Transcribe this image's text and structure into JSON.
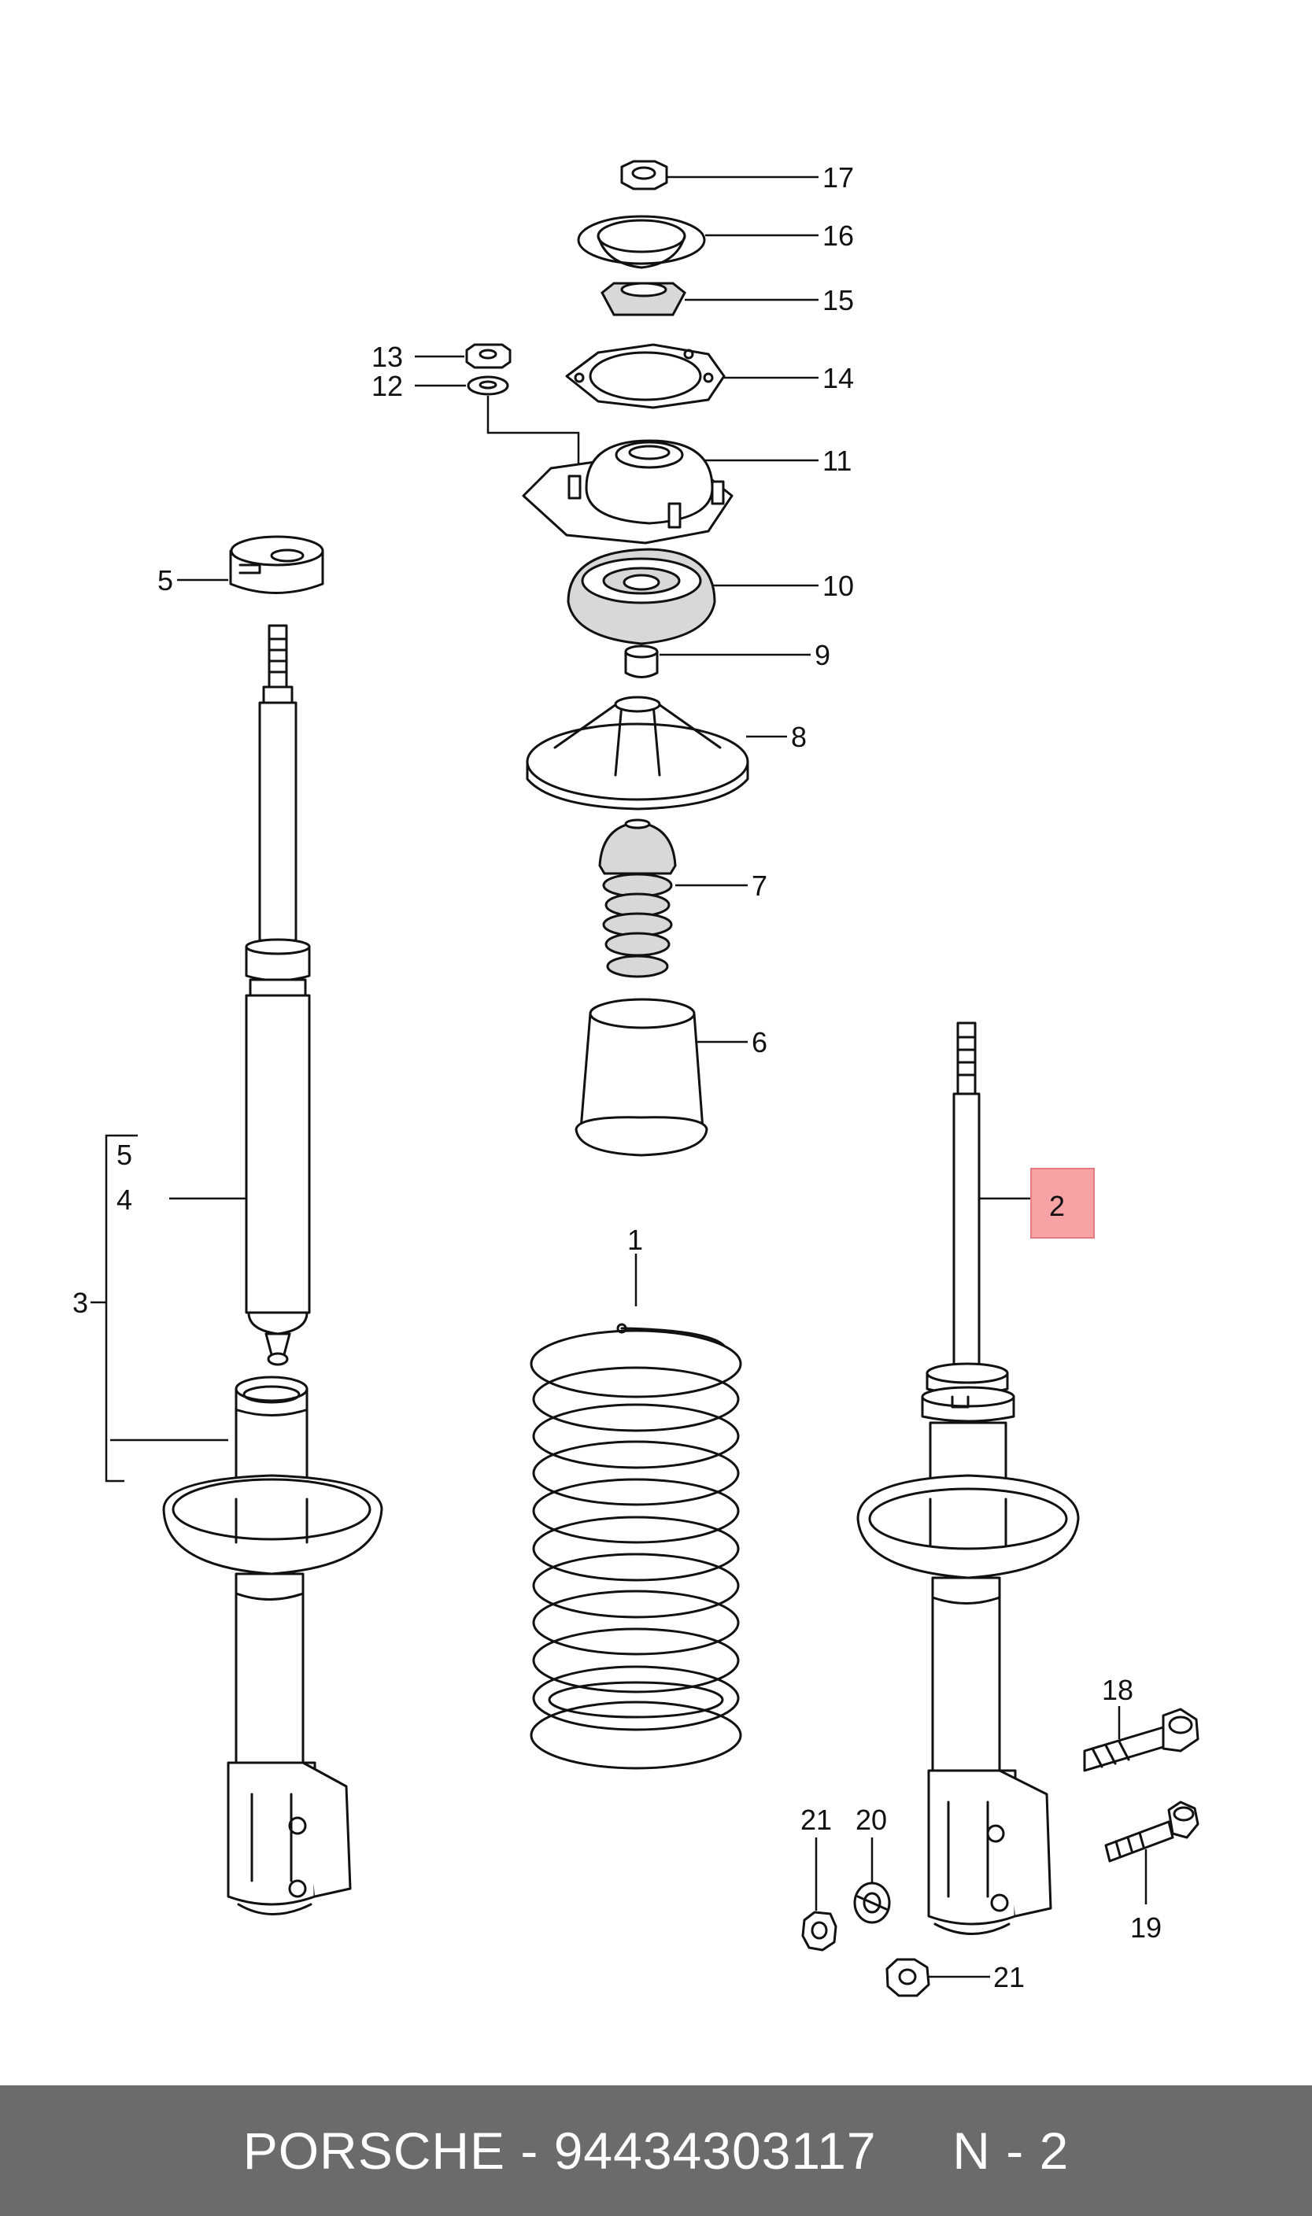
{
  "callouts": {
    "c1": "1",
    "c2": "2",
    "c3": "3",
    "c4": "4",
    "c5a": "5",
    "c5b": "5",
    "c6": "6",
    "c7": "7",
    "c8": "8",
    "c9": "9",
    "c10": "10",
    "c11": "11",
    "c12": "12",
    "c13": "13",
    "c14": "14",
    "c15": "15",
    "c16": "16",
    "c17": "17",
    "c18": "18",
    "c19": "19",
    "c20": "20",
    "c21a": "21",
    "c21b": "21"
  },
  "highlight": {
    "callout": "2",
    "color": "#f7a3a6"
  },
  "footer": {
    "text": "PORSCHE - 94434303117     N - 2",
    "background": "#6b6b6b",
    "color": "#ffffff"
  }
}
